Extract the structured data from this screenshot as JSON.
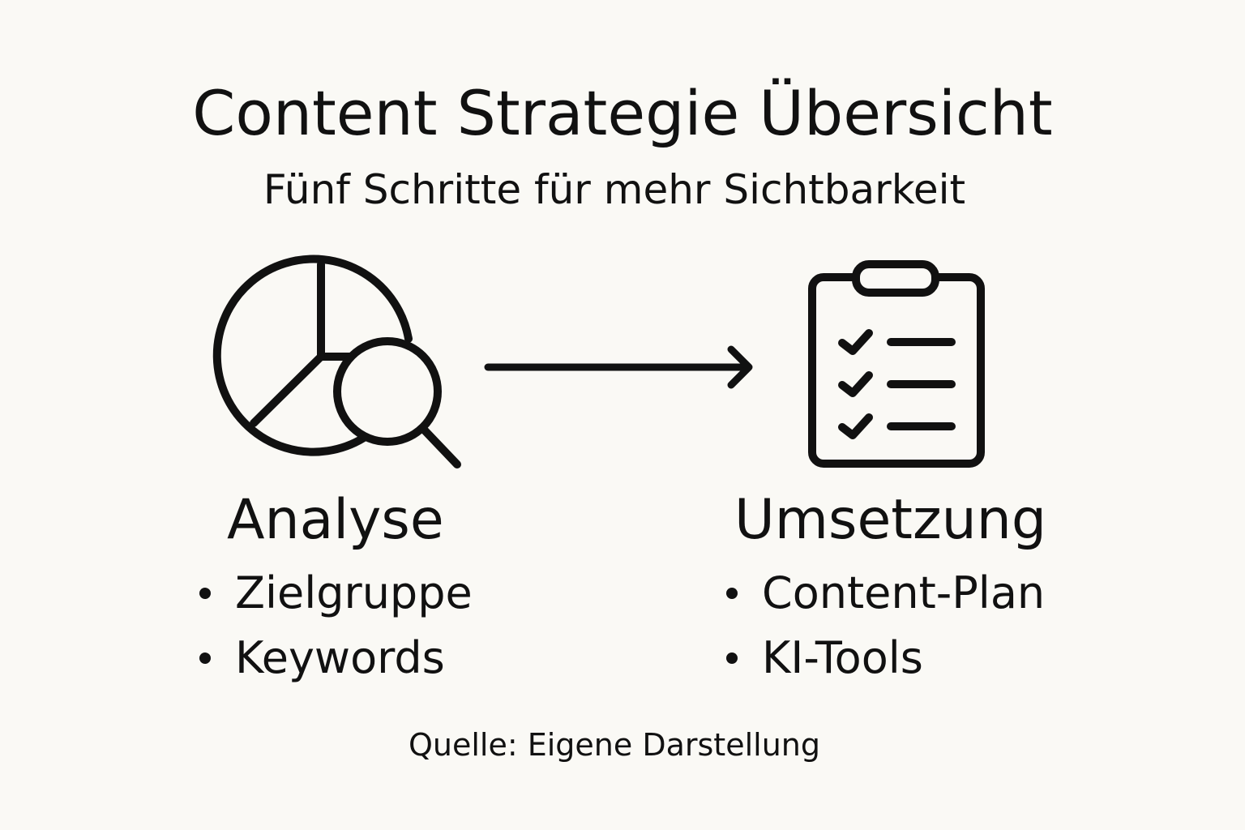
{
  "title": "Content Strategie Übersicht",
  "subtitle": "Fünf Schritte für mehr Sichtbarkeit",
  "steps": [
    {
      "label": "Analyse",
      "icon": "pie-chart-magnifier-icon",
      "items": [
        "Zielgruppe",
        "Keywords"
      ]
    },
    {
      "label": "Umsetzung",
      "icon": "clipboard-checklist-icon",
      "items": [
        "Content-Plan",
        "KI-Tools"
      ]
    }
  ],
  "connector_icon": "arrow-right-icon",
  "source": "Quelle: Eigene Darstellung",
  "colors": {
    "background": "#faf9f5",
    "ink": "#111111"
  }
}
